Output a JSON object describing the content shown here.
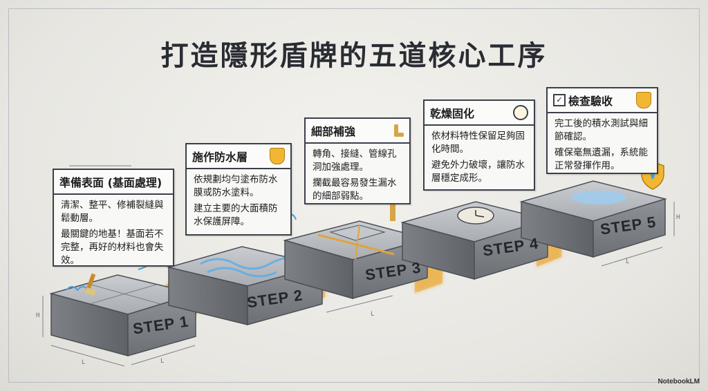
{
  "title": "打造隱形盾牌的五道核心工序",
  "steps": [
    {
      "block": "STEP 1",
      "card_title": "準備表面 (基面處理)",
      "lines": [
        "清潔、整平、修補裂縫與鬆動層。",
        "最關鍵的地基！基面若不完整，再好的材料也會失效。"
      ]
    },
    {
      "block": "STEP 2",
      "card_title": "施作防水層",
      "lines": [
        "依規劃均勻塗布防水膜或防水塗料。",
        "建立主要的大面積防水保護屏障。"
      ]
    },
    {
      "block": "STEP 3",
      "card_title": "細部補強",
      "lines": [
        "轉角、接縫、管線孔洞加強處理。",
        "攔截最容易發生漏水的細部弱點。"
      ]
    },
    {
      "block": "STEP 4",
      "card_title": "乾燥固化",
      "lines": [
        "依材料特性保留足夠固化時間。",
        "避免外力破壞，讓防水層穩定成形。"
      ]
    },
    {
      "block": "STEP 5",
      "card_title": "檢查驗收",
      "lines": [
        "完工後的積水測試與細節確認。",
        "確保毫無遺漏，系統能正常發揮作用。"
      ]
    }
  ],
  "dims": {
    "h": "H",
    "l": "L"
  },
  "brand": "NotebookLM",
  "colors": {
    "glow": "#f6b73c",
    "card_border": "#3b3f49",
    "water": "#4a9fd8",
    "concrete": "#9a9ea3"
  }
}
